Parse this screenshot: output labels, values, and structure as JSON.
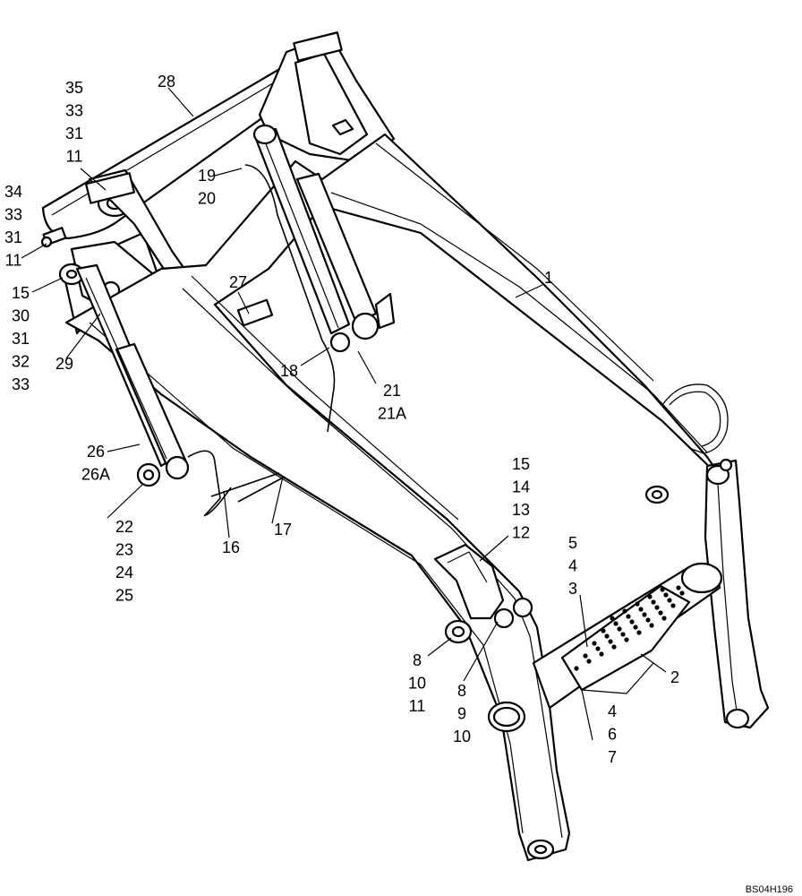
{
  "drawing_code": "BS04H196",
  "callouts": {
    "c1": [
      "1"
    ],
    "c2": [
      "2"
    ],
    "c3": [
      "5",
      "4",
      "3"
    ],
    "c4": [
      "4",
      "6",
      "7"
    ],
    "c5": [
      "8",
      "10",
      "11"
    ],
    "c6": [
      "8",
      "9",
      "10"
    ],
    "c7": [
      "15",
      "14",
      "13",
      "12"
    ],
    "c8": [
      "16"
    ],
    "c9": [
      "17"
    ],
    "c10": [
      "18"
    ],
    "c11": [
      "19",
      "20"
    ],
    "c12": [
      "21",
      "21A"
    ],
    "c13": [
      "22",
      "23",
      "24",
      "25"
    ],
    "c14": [
      "26",
      "26A"
    ],
    "c15": [
      "27"
    ],
    "c16": [
      "28"
    ],
    "c17": [
      "29"
    ],
    "c18": [
      "15",
      "30",
      "31",
      "32",
      "33"
    ],
    "c19": [
      "35",
      "33",
      "31",
      "11"
    ],
    "c20": [
      "34",
      "33",
      "31",
      "11"
    ]
  }
}
